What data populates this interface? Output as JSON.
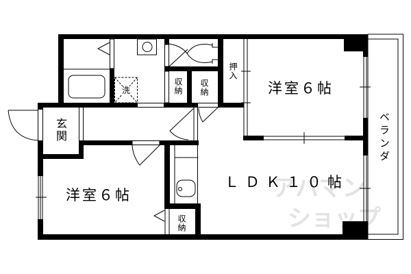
{
  "floor_plan": {
    "rooms": {
      "western_room_1": {
        "label": "洋室６帖"
      },
      "western_room_2": {
        "label": "洋室６帖"
      },
      "ldk": {
        "label": "ＬＤＫ１０帖"
      }
    },
    "labels": {
      "entrance": "玄関",
      "laundry": "洗",
      "storage_1": "収納",
      "storage_2": "収納",
      "storage_3": "収納",
      "closet": "押入",
      "balcony": "ベランダ"
    },
    "watermark": {
      "line1": "アパマン",
      "line2": "ショップ"
    },
    "colors": {
      "wall": "#000000",
      "background": "#ffffff",
      "watermark": "#e3e3e3"
    }
  }
}
